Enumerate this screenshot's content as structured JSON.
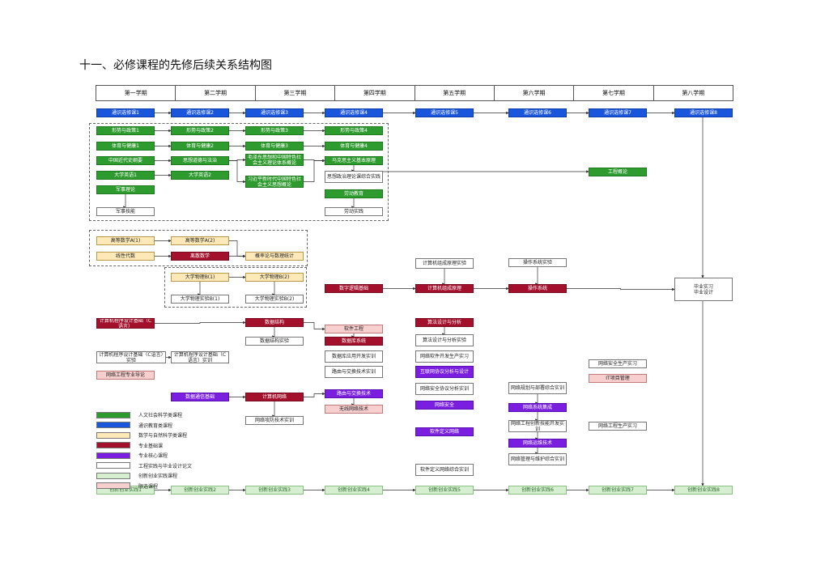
{
  "title": "十一、必修课程的先修后续关系结构图",
  "semesters": [
    "第一学期",
    "第二学期",
    "第三学期",
    "第四学期",
    "第五学期",
    "第六学期",
    "第七学期",
    "第八学期"
  ],
  "colors": {
    "general": "#1a56db",
    "human": "#2e9b2e",
    "science": "#fde9b8",
    "major": "#a3102c",
    "core": "#7a1fe0",
    "eng": "#ffffff",
    "innov": "#d6efd0",
    "elective": "#f8cfcf"
  },
  "legend": [
    {
      "cat": "human",
      "label": "人文社会科学类课程"
    },
    {
      "cat": "general",
      "label": "通识教育类课程"
    },
    {
      "cat": "science",
      "label": "数学与自然科学类课程"
    },
    {
      "cat": "major",
      "label": "专业基础课"
    },
    {
      "cat": "core",
      "label": "专业核心课程"
    },
    {
      "cat": "eng",
      "label": "工程实践与毕业设计论文"
    },
    {
      "cat": "innov",
      "label": "创新创业实践课程"
    },
    {
      "cat": "elective",
      "label": "限选课程"
    }
  ],
  "nodes": [
    {
      "id": "g1",
      "label": "通识选修课1",
      "cat": "general"
    },
    {
      "id": "g2",
      "label": "通识选修课2",
      "cat": "general"
    },
    {
      "id": "g3",
      "label": "通识选修课3",
      "cat": "general"
    },
    {
      "id": "g4",
      "label": "通识选修课4",
      "cat": "general"
    },
    {
      "id": "g5",
      "label": "通识选修课5",
      "cat": "general"
    },
    {
      "id": "g6",
      "label": "通识选修课6",
      "cat": "general"
    },
    {
      "id": "g7",
      "label": "通识选修课7",
      "cat": "general"
    },
    {
      "id": "g8",
      "label": "通识选修课8",
      "cat": "general"
    },
    {
      "id": "xs1",
      "label": "形势与政策1",
      "cat": "human"
    },
    {
      "id": "xs2",
      "label": "形势与政策2",
      "cat": "human"
    },
    {
      "id": "xs3",
      "label": "形势与政策3",
      "cat": "human"
    },
    {
      "id": "xs4",
      "label": "形势与政策4",
      "cat": "human"
    },
    {
      "id": "ty1",
      "label": "体育与健康1",
      "cat": "human"
    },
    {
      "id": "ty2",
      "label": "体育与健康2",
      "cat": "human"
    },
    {
      "id": "ty3",
      "label": "体育与健康3",
      "cat": "human"
    },
    {
      "id": "ty4",
      "label": "体育与健康4",
      "cat": "human"
    },
    {
      "id": "zgjd",
      "label": "中国近代史纲要",
      "cat": "human"
    },
    {
      "id": "sxdd",
      "label": "思想道德与法治",
      "cat": "human"
    },
    {
      "id": "mzd",
      "label": "毛泽东思想和中国特色社会主义理论体系概论",
      "cat": "human"
    },
    {
      "id": "xjp",
      "label": "习近平新时代中国特色社会主义思想概论",
      "cat": "human"
    },
    {
      "id": "mks",
      "label": "马克思主义基本原理",
      "cat": "human"
    },
    {
      "id": "szsj",
      "label": "思想政治理论课综合实践",
      "cat": "eng"
    },
    {
      "id": "ldjy",
      "label": "劳动教育",
      "cat": "human"
    },
    {
      "id": "ldsj",
      "label": "劳动实践",
      "cat": "eng"
    },
    {
      "id": "dxyy1",
      "label": "大学英语1",
      "cat": "human"
    },
    {
      "id": "dxyy2",
      "label": "大学英语2",
      "cat": "human"
    },
    {
      "id": "jsll",
      "label": "军事理论",
      "cat": "human"
    },
    {
      "id": "jsjn",
      "label": "军事技能",
      "cat": "eng"
    },
    {
      "id": "gcgl",
      "label": "工程概论",
      "cat": "human"
    },
    {
      "id": "gs1",
      "label": "高等数学A(1)",
      "cat": "science"
    },
    {
      "id": "gs2",
      "label": "高等数学A(2)",
      "cat": "science"
    },
    {
      "id": "xxds",
      "label": "线性代数",
      "cat": "science"
    },
    {
      "id": "lssx",
      "label": "离散数学",
      "cat": "major"
    },
    {
      "id": "gl",
      "label": "概率论与数理统计",
      "cat": "science"
    },
    {
      "id": "wl1",
      "label": "大学物理B(1)",
      "cat": "science"
    },
    {
      "id": "wl2",
      "label": "大学物理B(2)",
      "cat": "science"
    },
    {
      "id": "wlsy1",
      "label": "大学物理实验B(1)",
      "cat": "eng"
    },
    {
      "id": "wlsy2",
      "label": "大学物理实验B(2)",
      "cat": "eng"
    },
    {
      "id": "szlj",
      "label": "数字逻辑基础",
      "cat": "major"
    },
    {
      "id": "zcyl",
      "label": "计算机组成原理",
      "cat": "major"
    },
    {
      "id": "zcsy",
      "label": "计算机组成原理实验",
      "cat": "eng"
    },
    {
      "id": "czxt",
      "label": "操作系统",
      "cat": "major"
    },
    {
      "id": "czsy",
      "label": "操作系统实验",
      "cat": "eng"
    },
    {
      "id": "bysx",
      "label": "毕业实习\n毕业设计",
      "cat": "eng"
    },
    {
      "id": "cxjc",
      "label": "计算机程序设计基础（C语言）",
      "cat": "major"
    },
    {
      "id": "cxsy",
      "label": "计算机程序设计基础（C语言）实验",
      "cat": "eng"
    },
    {
      "id": "cxsx",
      "label": "计算机程序设计基础（C语言）实训",
      "cat": "eng"
    },
    {
      "id": "wlgc",
      "label": "网络工程专业导论",
      "cat": "elective"
    },
    {
      "id": "sjjg",
      "label": "数据结构",
      "cat": "major"
    },
    {
      "id": "sjsy",
      "label": "数据结构实验",
      "cat": "eng"
    },
    {
      "id": "rjgc",
      "label": "软件工程",
      "cat": "elective"
    },
    {
      "id": "sjk",
      "label": "数据库系统",
      "cat": "major"
    },
    {
      "id": "sjkyy",
      "label": "数据库应用开发实训",
      "cat": "eng"
    },
    {
      "id": "lyjh",
      "label": "路由与交换技术实训",
      "cat": "eng"
    },
    {
      "id": "sf",
      "label": "算法设计与分析",
      "cat": "major"
    },
    {
      "id": "sfsy",
      "label": "算法设计与分析实验",
      "cat": "eng"
    },
    {
      "id": "rjkf",
      "label": "网络软件开发生产实习",
      "cat": "eng"
    },
    {
      "id": "hlwxy",
      "label": "互联网协议分析与设计",
      "cat": "core"
    },
    {
      "id": "xysx",
      "label": "网络安全协议分析实训",
      "cat": "eng"
    },
    {
      "id": "wlaq",
      "label": "网络安全",
      "cat": "core"
    },
    {
      "id": "aqsx",
      "label": "网络安全生产实习",
      "cat": "eng"
    },
    {
      "id": "it",
      "label": "IT项目管理",
      "cat": "elective"
    },
    {
      "id": "sjtx",
      "label": "数据通信基础",
      "cat": "core"
    },
    {
      "id": "jswl",
      "label": "计算机网络",
      "cat": "major"
    },
    {
      "id": "lyjs",
      "label": "路由与交换技术",
      "cat": "core"
    },
    {
      "id": "wxwl",
      "label": "无线网络技术",
      "cat": "elective"
    },
    {
      "id": "gfjs",
      "label": "网络攻防技术实训",
      "cat": "eng"
    },
    {
      "id": "ghbs",
      "label": "网络规划与部署综合实训",
      "cat": "eng"
    },
    {
      "id": "xtjc",
      "label": "网络系统集成",
      "cat": "core"
    },
    {
      "id": "cxjn",
      "label": "网络工程创新技能开发实训",
      "cat": "eng"
    },
    {
      "id": "gcsx",
      "label": "网络工程生产实习",
      "cat": "eng"
    },
    {
      "id": "yw",
      "label": "网络运维技术",
      "cat": "core"
    },
    {
      "id": "whsx",
      "label": "网络管理与维护综合实训",
      "cat": "eng"
    },
    {
      "id": "rjdy",
      "label": "软件定义网络",
      "cat": "core"
    },
    {
      "id": "rjdysx",
      "label": "软件定义网络综合实训",
      "cat": "eng"
    },
    {
      "id": "cx1",
      "label": "创新创业实践1",
      "cat": "innov"
    },
    {
      "id": "cx2",
      "label": "创新创业实践2",
      "cat": "innov"
    },
    {
      "id": "cx3",
      "label": "创新创业实践3",
      "cat": "innov"
    },
    {
      "id": "cx4",
      "label": "创新创业实践4",
      "cat": "innov"
    },
    {
      "id": "cx5",
      "label": "创新创业实践5",
      "cat": "innov"
    },
    {
      "id": "cx6",
      "label": "创新创业实践6",
      "cat": "innov"
    },
    {
      "id": "cx7",
      "label": "创新创业实践7",
      "cat": "innov"
    },
    {
      "id": "cx8",
      "label": "创新创业实践8",
      "cat": "innov"
    }
  ],
  "edges": [
    [
      "g1",
      "g2"
    ],
    [
      "g2",
      "g3"
    ],
    [
      "g3",
      "g4"
    ],
    [
      "g4",
      "g5"
    ],
    [
      "g5",
      "g6"
    ],
    [
      "g6",
      "g7"
    ],
    [
      "g7",
      "g8"
    ],
    [
      "xs1",
      "xs2"
    ],
    [
      "xs2",
      "xs3"
    ],
    [
      "xs3",
      "xs4"
    ],
    [
      "ty1",
      "ty2"
    ],
    [
      "ty2",
      "ty3"
    ],
    [
      "ty3",
      "ty4"
    ],
    [
      "zgjd",
      "sxdd"
    ],
    [
      "sxdd",
      "mzd"
    ],
    [
      "sxdd",
      "xjp"
    ],
    [
      "mzd",
      "mks"
    ],
    [
      "xjp",
      "mks"
    ],
    [
      "mks",
      "szsj"
    ],
    [
      "ldjy",
      "ldsj"
    ],
    [
      "dxyy1",
      "dxyy2"
    ],
    [
      "jsll",
      "jsjn"
    ],
    [
      "gs1",
      "gs2"
    ],
    [
      "gs2",
      "gl"
    ],
    [
      "xxds",
      "lssx"
    ],
    [
      "lssx",
      "gl"
    ],
    [
      "wl1",
      "wl2"
    ],
    [
      "wl1",
      "wlsy1"
    ],
    [
      "wl2",
      "wlsy2"
    ],
    [
      "szlj",
      "zcyl"
    ],
    [
      "zcyl",
      "czxt"
    ],
    [
      "zcsy",
      "zcyl"
    ],
    [
      "czsy",
      "czxt"
    ],
    [
      "czxt",
      "bysx"
    ],
    [
      "cxjc",
      "sjjg"
    ],
    [
      "cxsy",
      "cxsx"
    ],
    [
      "sjjg",
      "sjsy"
    ],
    [
      "sjjg",
      "rjgc"
    ],
    [
      "rjgc",
      "sjk"
    ],
    [
      "sf",
      "sfsy"
    ],
    [
      "sjtx",
      "jswl"
    ],
    [
      "jswl",
      "lyjs"
    ],
    [
      "jswl",
      "gfjs"
    ],
    [
      "lyjs",
      "wxwl"
    ],
    [
      "ghbs",
      "xtjc"
    ],
    [
      "xtjc",
      "cxjn"
    ],
    [
      "cxjn",
      "yw"
    ],
    [
      "yw",
      "whsx"
    ],
    [
      "cx1",
      "cx2"
    ],
    [
      "cx2",
      "cx3"
    ],
    [
      "cx3",
      "cx4"
    ],
    [
      "cx4",
      "cx5"
    ],
    [
      "cx5",
      "cx6"
    ],
    [
      "cx6",
      "cx7"
    ],
    [
      "cx7",
      "cx8"
    ]
  ]
}
